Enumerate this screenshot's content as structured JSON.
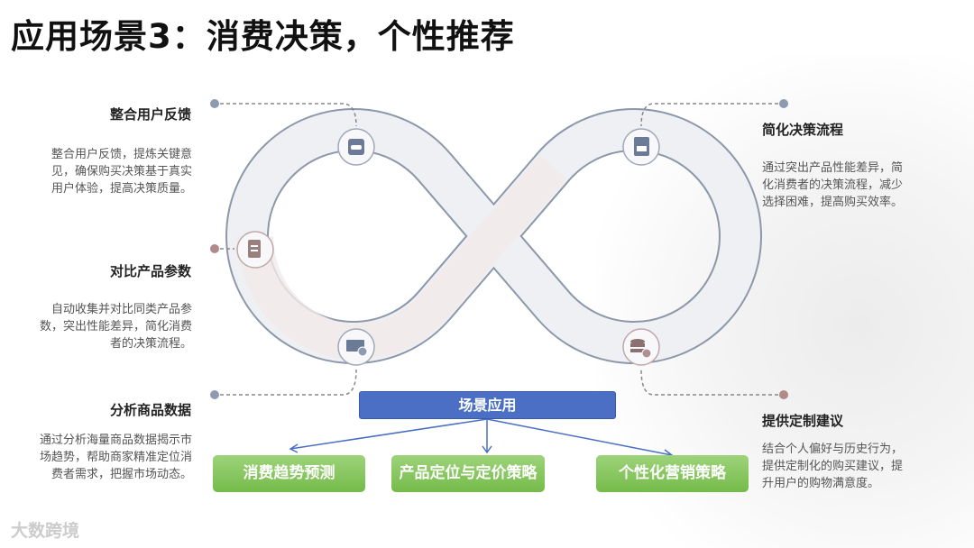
{
  "title": "应用场景3：消费决策，个性推荐",
  "left": [
    {
      "heading": "整合用户反馈",
      "text": "整合用户反馈，提炼关键意见，确保购买决策基于真实用户体验，提高决策质量。"
    },
    {
      "heading": "对比产品参数",
      "text": "自动收集并对比同类产品参数，突出性能差异，简化消费者的决策流程。"
    },
    {
      "heading": "分析商品数据",
      "text": "通过分析海量商品数据揭示市场趋势，帮助商家精准定位消费者需求，把握市场动态。"
    }
  ],
  "right": [
    {
      "heading": "简化决策流程",
      "text": "通过突出产品性能差异，简化消费者的决策流程，减少选择困难，提高购买效率。"
    },
    {
      "heading": "提供定制建议",
      "text": "结合个人偏好与历史行为，提供定制化的购买建议，提升用户的购物满意度。"
    }
  ],
  "center_label": "场景应用",
  "outcomes": [
    "消费趋势预测",
    "产品定位与定价策略",
    "个性化营销策略"
  ],
  "icons": [
    "car-icon",
    "clipboard-icon",
    "monitor-clock-icon",
    "briefcase-file-icon",
    "database-settings-icon"
  ],
  "watermark": "大数跨境",
  "colors": {
    "blue": "#4a6fc4",
    "green": "#7cc052",
    "band": "#eef0f4",
    "outline": "#8a99ad"
  }
}
